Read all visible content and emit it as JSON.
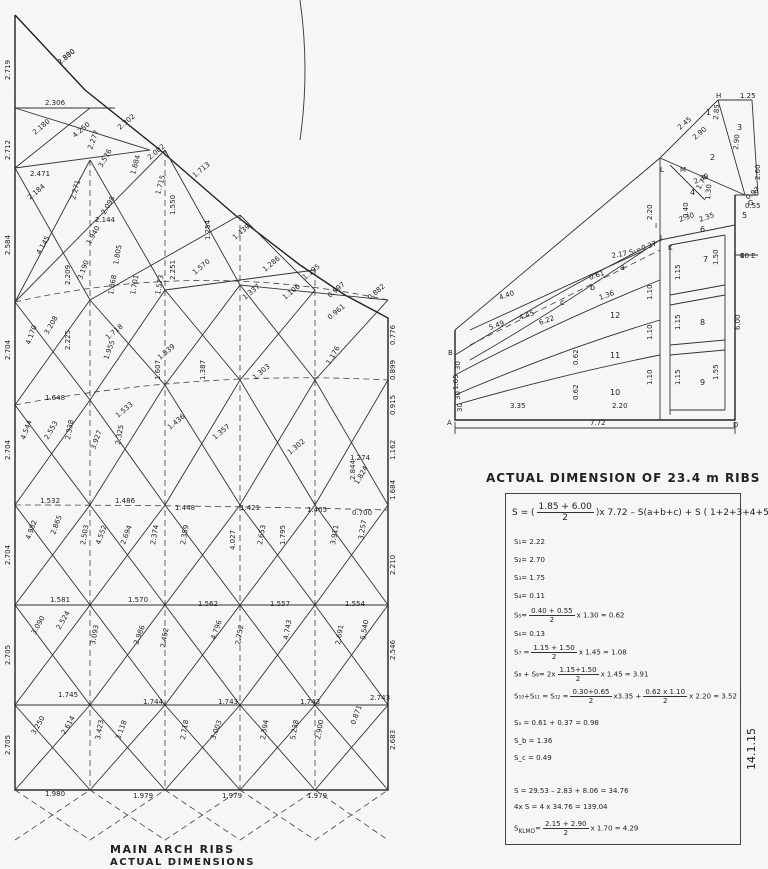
{
  "left": {
    "title": "MAIN ARCH RIBS",
    "subtitle": "ACTUAL DIMENSIONS",
    "side_labels": [
      "2.719",
      "2.712",
      "2.584",
      "2.704",
      "2.704",
      "2.704",
      "2.705",
      "2.705"
    ],
    "right_labels": [
      "0.776",
      "0.899",
      "0.915",
      "1.162",
      "1.684",
      "2.210",
      "2.546",
      "2.683"
    ],
    "horiz": [
      "2.306",
      "2.471",
      "2.144",
      "1.648",
      "1.532",
      "1.486",
      "1.448",
      "1.421",
      "1.405",
      "1.581",
      "1.570",
      "1.562",
      "1.557",
      "1.554",
      "1.745",
      "1.744",
      "1.743",
      "1.743",
      "1.980",
      "1.979",
      "1.979",
      "1.979",
      "1.274",
      "0.700"
    ],
    "diag": [
      "2.830",
      "4.250",
      "2.302",
      "2.002",
      "1.713",
      "1.439",
      "1.286",
      "1.195",
      "0.997",
      "0.882",
      "2.180",
      "2.277",
      "3.576",
      "1.884",
      "1.715",
      "1.550",
      "2.184",
      "2.271",
      "2.098",
      "1.254",
      "4.145",
      "1.940",
      "1.805",
      "3.190",
      "2.209",
      "1.868",
      "1.701",
      "1.573",
      "2.251",
      "1.570",
      "1.337",
      "1.106",
      "0.961",
      "2.225",
      "4.170",
      "3.208",
      "1.718",
      "1.955",
      "1.539",
      "1.607",
      "1.387",
      "1.303",
      "1.176",
      "4.544",
      "2.553",
      "2.338",
      "3.927",
      "1.533",
      "2.325",
      "1.436",
      "1.357",
      "1.302",
      "2.844",
      "1.824",
      "4.982",
      "2.865",
      "2.503",
      "4.552",
      "2.694",
      "2.374",
      "2.359",
      "4.027",
      "2.653",
      "1.795",
      "3.911",
      "3.257",
      "3.090",
      "2.524",
      "3.093",
      "2.986",
      "2.452",
      "4.796",
      "2.752",
      "4.743",
      "2.691",
      "5.540",
      "3.250",
      "2.614",
      "3.423",
      "3.118",
      "2.718",
      "3.003",
      "2.394",
      "5.238",
      "2.900",
      "2.743",
      "0.871",
      "2.300"
    ]
  },
  "right": {
    "title": "ACTUAL DIMENSION OF 23.4 m RIBS",
    "points": [
      "H",
      "1.25",
      "L",
      "M",
      "G",
      "F",
      "E",
      "K",
      "J",
      "I",
      "B",
      "A",
      "D",
      "40 E"
    ],
    "dims": [
      "2.45",
      "2.90",
      "2.85",
      "2.90",
      "1.70",
      "2.30",
      "2.30",
      "2.35",
      "2.20",
      "2.17",
      "0.40",
      "1.30",
      "2.60",
      "0.55",
      "0.97",
      "S₁=0.37",
      "0.61",
      "1.36",
      "4.40",
      "5.49",
      "4.45",
      "6.22",
      "1.10",
      "1.10",
      "1.10",
      "0.62",
      "0.62",
      "1.15",
      "1.15",
      "1.15",
      "1.50",
      "1.55",
      "6.00",
      "1.65",
      "30",
      "30",
      "30",
      "3.35",
      "2.20",
      "7.72"
    ],
    "regions": [
      "1",
      "2",
      "3",
      "4",
      "5",
      "6",
      "7",
      "8",
      "9",
      "10",
      "11",
      "12",
      "a",
      "b",
      "c"
    ]
  },
  "calc": {
    "main_a": "S = (",
    "main_num": "1.85 + 6.00",
    "main_den": "2",
    "main_b": ")x 7.72 – S(a+b+c) + S ( 1+2+3+4+5)",
    "s1": "S₁= 2.22",
    "s2": "S₂= 2.70",
    "s3": "S₃= 1.75",
    "s4": "S₄= 0.11",
    "s5_a": "S₅=",
    "s5_num": "0.40 + 0.55",
    "s5_den": "2",
    "s5_b": "x 1.30  =  0.62",
    "s6": "S₆= 0.13",
    "s7_a": "S₇ =",
    "s7_num": "1.15 + 1.50",
    "s7_den": "2",
    "s7_b": "x 1.45  =  1.08",
    "s8_a": "S₈ + S₉= 2x",
    "s8_num": "1.15+1.50",
    "s8_den": "2",
    "s8_b": "x 1.45 = 3.91",
    "s10_a": "S₁₀+S₁₁ = S₁₂ =",
    "s10_num": "0.30+0.65",
    "s10_den": "2",
    "s10_b": "x3.35 +",
    "s10_num2": "0.62  x 1.10",
    "s10_den2": "2",
    "s10_c": "x 2.20  = 3.52",
    "sa": "Sₐ = 0.61 + 0.37 = 0.98",
    "sb": "S_b = 1.36",
    "sc": "S_c = 0.49",
    "sd": "S = 29.53 – 2.83 + 8.06  =  34.76",
    "se": "4x S = 4 x 34.76  =  139.04",
    "sk_a": "S",
    "sk_sub": "KLMO",
    "sk_b": "=",
    "sk_num": "2.15 + 2.90",
    "sk_den": "2",
    "sk_c": "x 1.70 = 4.29"
  },
  "signature": "14.1.15"
}
